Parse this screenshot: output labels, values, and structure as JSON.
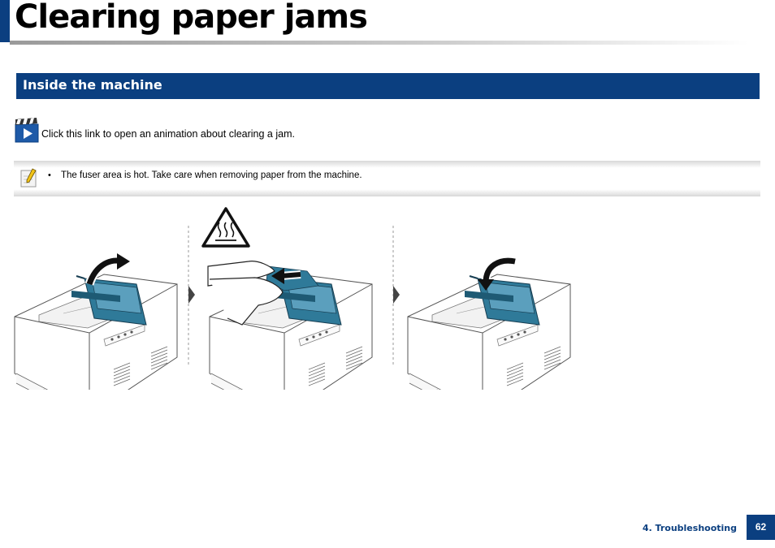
{
  "header": {
    "title": "Clearing paper jams"
  },
  "section": {
    "title": "Inside the machine"
  },
  "animation": {
    "icon": "clapperboard-play-icon",
    "link_text": "Click this link to open an animation about clearing a jam."
  },
  "note": {
    "icon": "note-pencil-icon",
    "bullet": "•",
    "text": "The fuser area is hot. Take care when removing paper from the machine."
  },
  "illustration": {
    "steps": [
      "open-cover",
      "remove-paper",
      "close-cover"
    ],
    "warning_icon": "hot-surface-warning-icon"
  },
  "footer": {
    "chapter": "4.  Troubleshooting",
    "page": "62"
  },
  "colors": {
    "brand": "#0b3f80",
    "accent_teal": "#2f7a99"
  }
}
